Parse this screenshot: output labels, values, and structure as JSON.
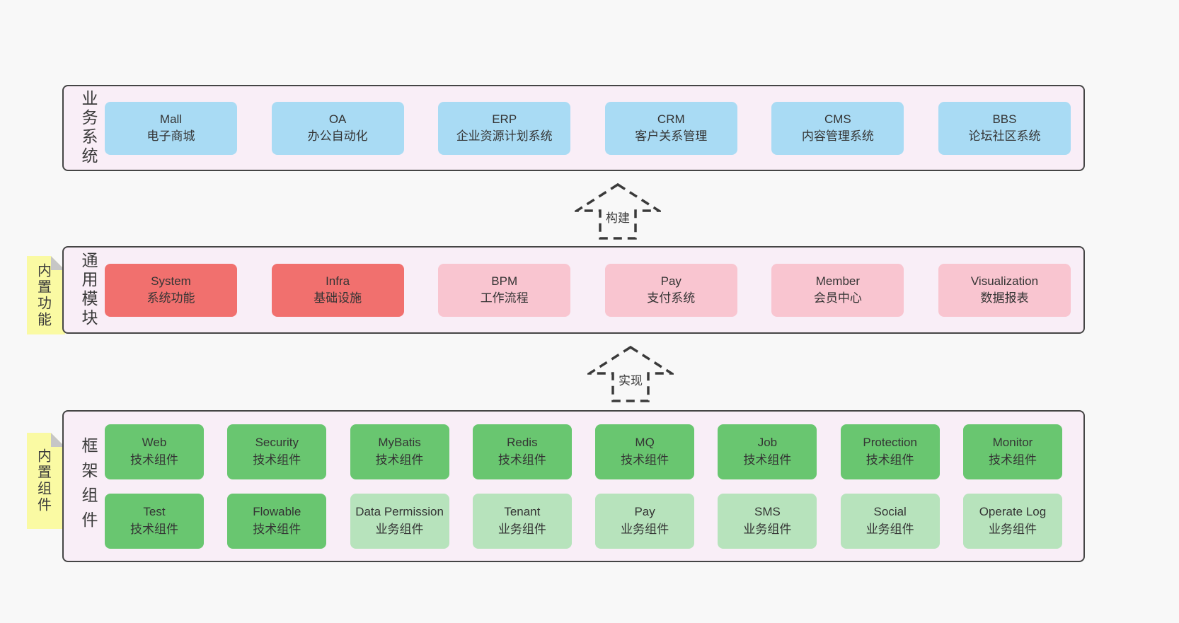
{
  "palette": {
    "page_bg": "#f8f8f8",
    "layer_bg": "#f9eef7",
    "layer_border": "#454545",
    "blue": "#a9dbf4",
    "red": "#f1706e",
    "pink": "#f9c5d0",
    "green": "#69c670",
    "light_green": "#b7e3bc",
    "note_yellow": "#fafaa3",
    "note_fold": "#c6c6c6",
    "text": "#3a3a3a"
  },
  "arrows": [
    {
      "label": "构建"
    },
    {
      "label": "实现"
    }
  ],
  "layers": [
    {
      "label": "业务系统",
      "boxes": [
        {
          "name": "Mall",
          "subtitle": "电子商城"
        },
        {
          "name": "OA",
          "subtitle": "办公自动化"
        },
        {
          "name": "ERP",
          "subtitle": "企业资源计划系统"
        },
        {
          "name": "CRM",
          "subtitle": "客户关系管理"
        },
        {
          "name": "CMS",
          "subtitle": "内容管理系统"
        },
        {
          "name": "BBS",
          "subtitle": "论坛社区系统"
        }
      ]
    },
    {
      "label": "通用模块",
      "note": "内置功能",
      "boxes": [
        {
          "name": "System",
          "subtitle": "系统功能"
        },
        {
          "name": "Infra",
          "subtitle": "基础设施"
        },
        {
          "name": "BPM",
          "subtitle": "工作流程"
        },
        {
          "name": "Pay",
          "subtitle": "支付系统"
        },
        {
          "name": "Member",
          "subtitle": "会员中心"
        },
        {
          "name": "Visualization",
          "subtitle": "数据报表"
        }
      ]
    },
    {
      "label": "框架组件",
      "note": "内置组件",
      "rows": [
        [
          {
            "name": "Web",
            "subtitle": "技术组件"
          },
          {
            "name": "Security",
            "subtitle": "技术组件"
          },
          {
            "name": "MyBatis",
            "subtitle": "技术组件"
          },
          {
            "name": "Redis",
            "subtitle": "技术组件"
          },
          {
            "name": "MQ",
            "subtitle": "技术组件"
          },
          {
            "name": "Job",
            "subtitle": "技术组件"
          },
          {
            "name": "Protection",
            "subtitle": "技术组件"
          },
          {
            "name": "Monitor",
            "subtitle": "技术组件"
          }
        ],
        [
          {
            "name": "Test",
            "subtitle": "技术组件"
          },
          {
            "name": "Flowable",
            "subtitle": "技术组件"
          },
          {
            "name": "Data Permission",
            "subtitle": "业务组件"
          },
          {
            "name": "Tenant",
            "subtitle": "业务组件"
          },
          {
            "name": "Pay",
            "subtitle": "业务组件"
          },
          {
            "name": "SMS",
            "subtitle": "业务组件"
          },
          {
            "name": "Social",
            "subtitle": "业务组件"
          },
          {
            "name": "Operate Log",
            "subtitle": "业务组件"
          }
        ]
      ]
    }
  ]
}
